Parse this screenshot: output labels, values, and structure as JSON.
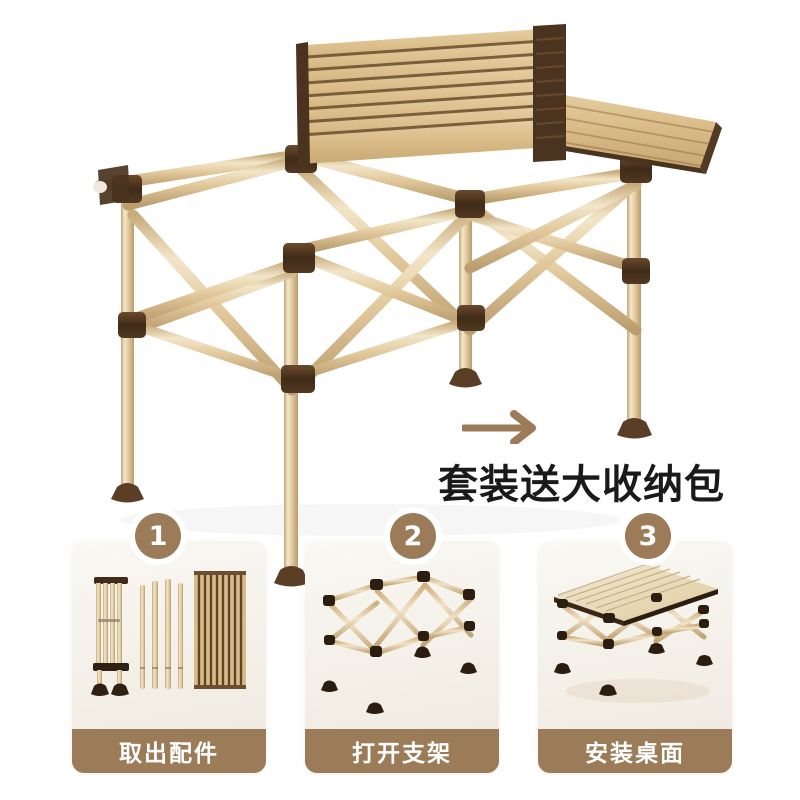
{
  "page": {
    "background_color": "#ffffff",
    "headline": "套装送大收纳包",
    "headline_color": "#1a1a1a"
  },
  "product": {
    "name": "roll-up-folding-camping-table",
    "frame_color": "#dfc79a",
    "frame_highlight_color": "#f0e3c6",
    "frame_shadow_color": "#bfa374",
    "joint_color": "#4a331f",
    "slat_color": "#d9bb87",
    "slat_gap_color": "#6b4e2e",
    "edge_rail_color": "#533a22",
    "foot_color": "#5a3f26"
  },
  "arrow": {
    "name": "right-arrow",
    "color": "#9c7c58"
  },
  "steps": {
    "badge_color": "#9c7c58",
    "label_bar_color": "#9c7c58",
    "label_text_color": "#ffffff",
    "card_background": "#f5f2ec",
    "items": [
      {
        "number": "1",
        "label": "取出配件",
        "art": "parts-laid-out"
      },
      {
        "number": "2",
        "label": "打开支架",
        "art": "open-frame"
      },
      {
        "number": "3",
        "label": "安装桌面",
        "art": "assembled-table"
      }
    ]
  }
}
